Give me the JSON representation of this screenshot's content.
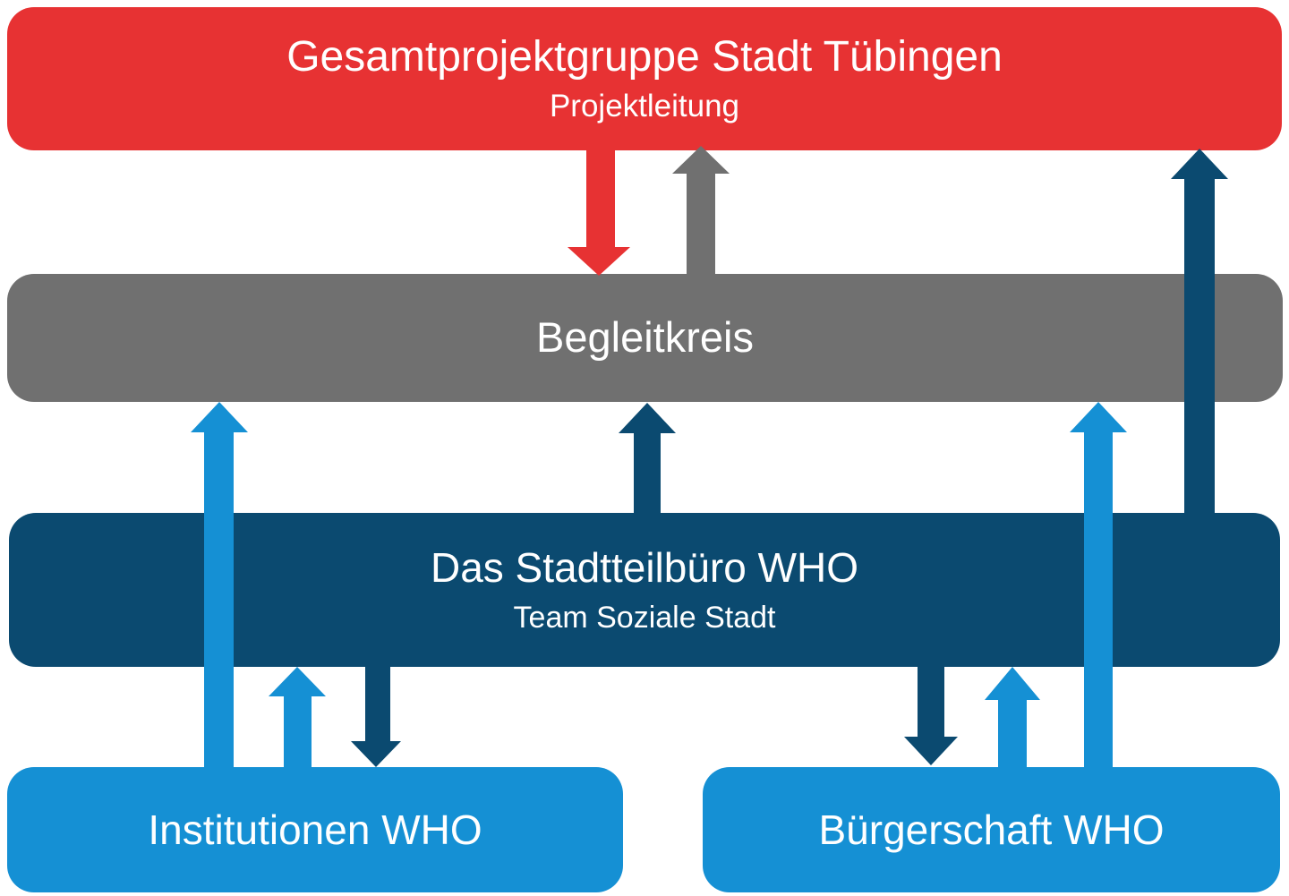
{
  "colors": {
    "red": "#e73233",
    "gray": "#707070",
    "navy": "#0b4a70",
    "light_blue": "#1590d4",
    "text": "#ffffff",
    "background": "#ffffff"
  },
  "nodes": {
    "gesamtprojektgruppe": {
      "title": "Gesamtprojektgruppe Stadt Tübingen",
      "subtitle": "Projektleitung"
    },
    "begleitkreis": {
      "title": "Begleitkreis"
    },
    "stadtteilbuero": {
      "title": "Das Stadtteilbüro WHO",
      "subtitle": "Team Soziale Stadt"
    },
    "institutionen": {
      "title": "Institutionen WHO"
    },
    "buergerschaft": {
      "title": "Bürgerschaft WHO"
    }
  },
  "arrows": [
    {
      "from": "gesamtprojektgruppe",
      "to": "begleitkreis",
      "direction": "down",
      "color": "red"
    },
    {
      "from": "begleitkreis",
      "to": "gesamtprojektgruppe",
      "direction": "up",
      "color": "gray"
    },
    {
      "from": "stadtteilbuero",
      "to": "gesamtprojektgruppe",
      "direction": "up",
      "color": "navy"
    },
    {
      "from": "stadtteilbuero",
      "to": "begleitkreis",
      "direction": "up",
      "color": "navy"
    },
    {
      "from": "institutionen",
      "to": "begleitkreis",
      "direction": "up",
      "color": "light_blue"
    },
    {
      "from": "buergerschaft",
      "to": "begleitkreis",
      "direction": "up",
      "color": "light_blue"
    },
    {
      "from": "institutionen",
      "to": "stadtteilbuero",
      "direction": "up",
      "color": "light_blue"
    },
    {
      "from": "stadtteilbuero",
      "to": "institutionen",
      "direction": "down",
      "color": "navy"
    },
    {
      "from": "stadtteilbuero",
      "to": "buergerschaft",
      "direction": "down",
      "color": "navy"
    },
    {
      "from": "buergerschaft",
      "to": "stadtteilbuero",
      "direction": "up",
      "color": "light_blue"
    }
  ]
}
